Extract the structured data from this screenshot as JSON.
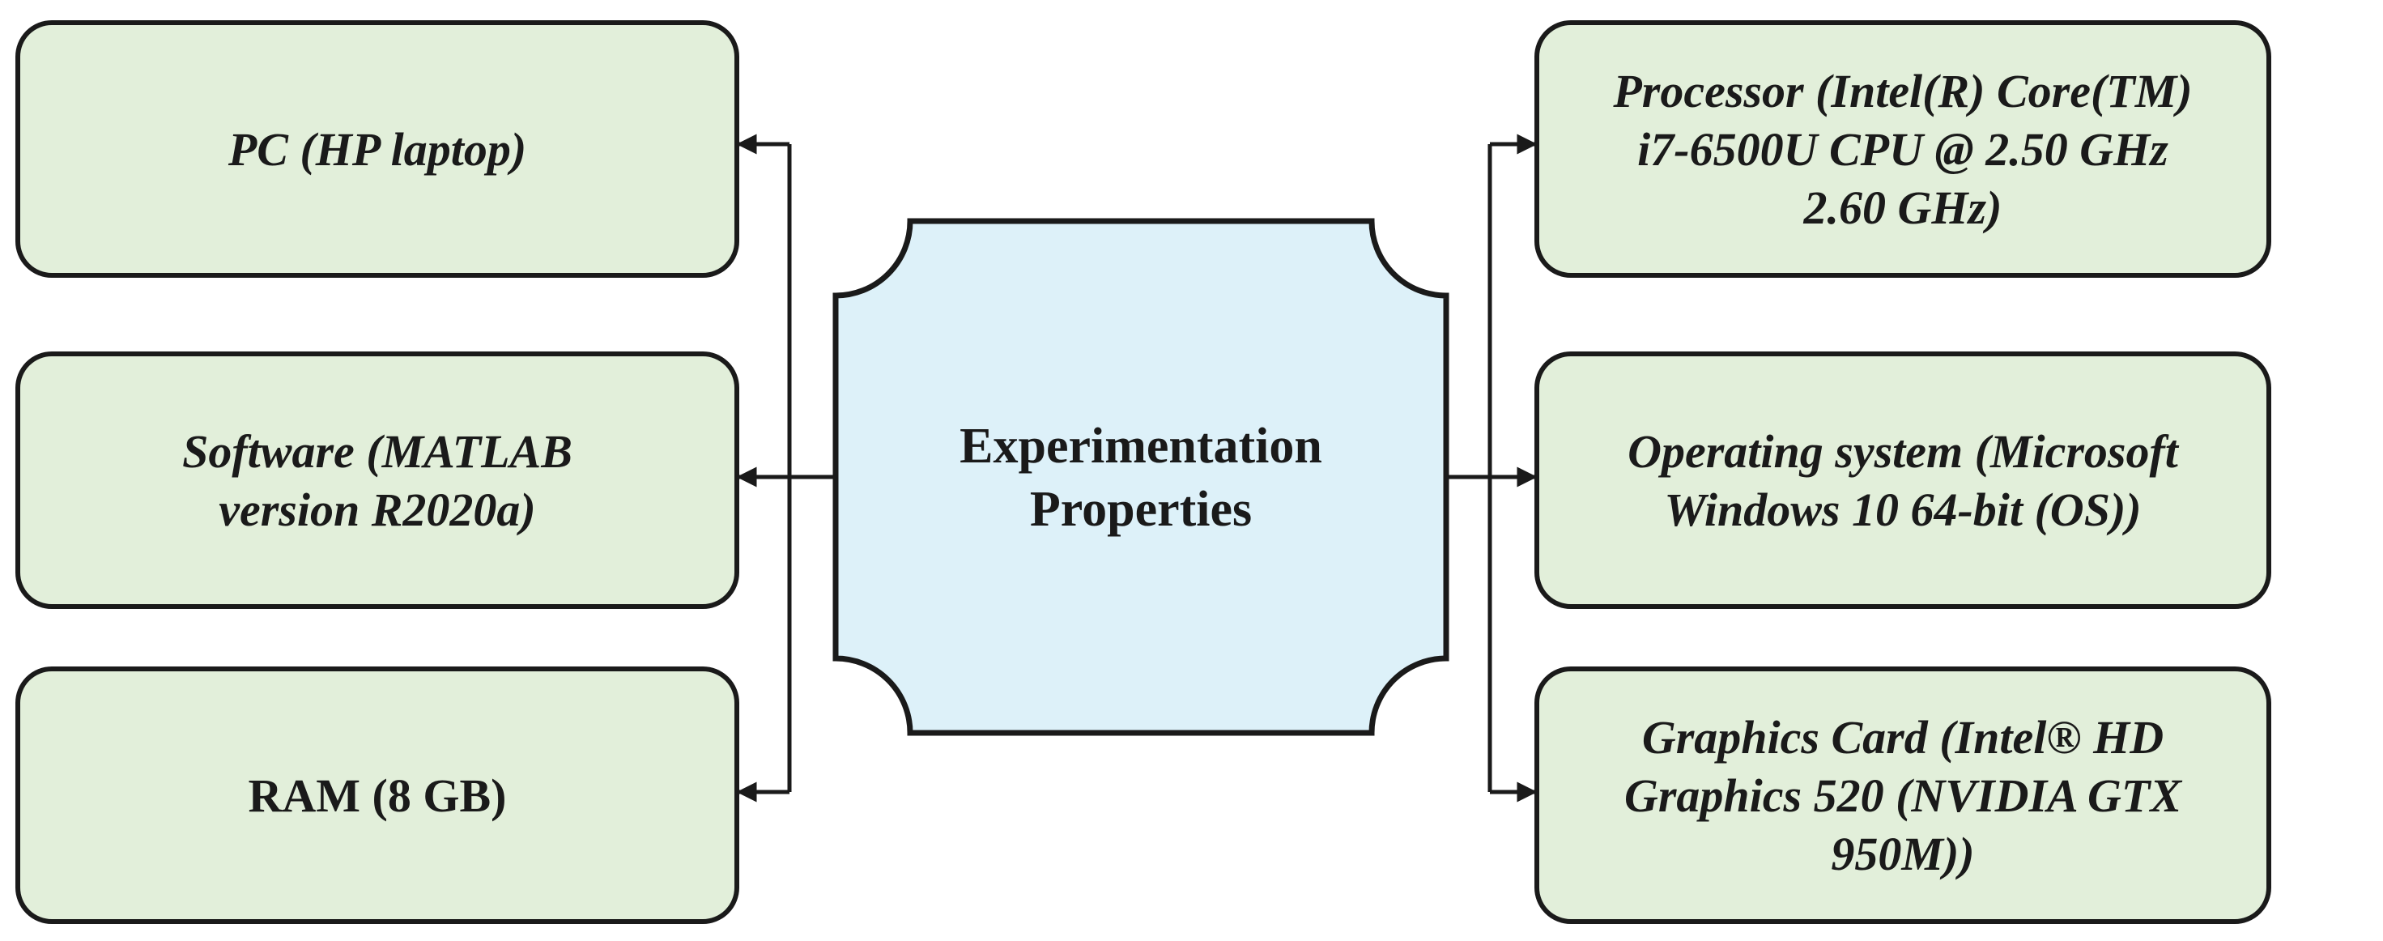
{
  "colors": {
    "box_fill": "#e2efda",
    "center_fill": "#ddf1f9",
    "stroke": "#1a1a1a",
    "background": "#ffffff"
  },
  "center": {
    "lines": [
      "Experimentation",
      "Properties"
    ]
  },
  "left_boxes": [
    {
      "id": "pc",
      "lines": [
        "PC (HP laptop)"
      ],
      "italic": true
    },
    {
      "id": "software",
      "lines": [
        "Software (MATLAB",
        "version R2020a)"
      ],
      "italic": true
    },
    {
      "id": "ram",
      "lines": [
        "RAM (8 GB)"
      ],
      "italic": false
    }
  ],
  "right_boxes": [
    {
      "id": "processor",
      "lines": [
        "Processor (Intel(R) Core(TM)",
        "i7-6500U CPU @ 2.50 GHz",
        "2.60 GHz)"
      ],
      "italic": true
    },
    {
      "id": "os",
      "lines": [
        "Operating system (Microsoft",
        "Windows 10 64-bit (OS))"
      ],
      "italic": true
    },
    {
      "id": "graphics",
      "lines": [
        "Graphics Card (Intel® HD",
        "Graphics 520 (NVIDIA GTX",
        "950M))"
      ],
      "italic": true
    }
  ]
}
